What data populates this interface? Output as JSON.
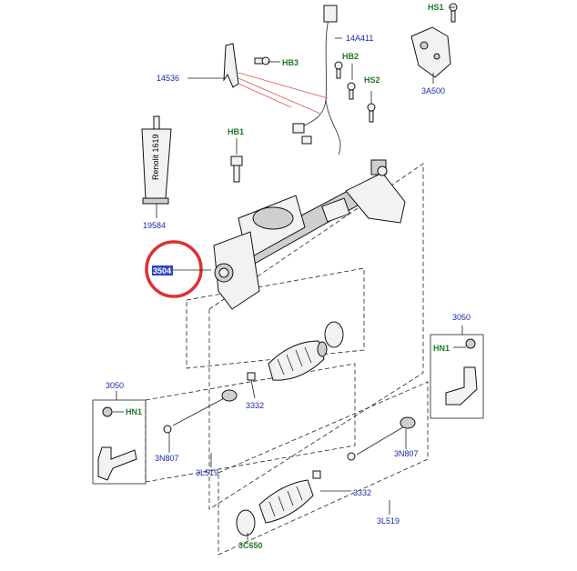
{
  "diagram": {
    "labels": {
      "hs1": "HS1",
      "p14a411": "14A411",
      "hb2": "HB2",
      "hb3": "HB3",
      "p14536": "14536",
      "hs2": "HS2",
      "p3a500": "3A500",
      "hb1": "HB1",
      "p19584": "19584",
      "sealant_text": "Renolit 1619",
      "p3504": "3504",
      "p3050_right": "3050",
      "hn1_right": "HN1",
      "p3050_left": "3050",
      "hn1_left": "HN1",
      "p3332_upper": "3332",
      "p3n807_left": "3N807",
      "p3l519_left": "3L519",
      "p3n807_right": "3N807",
      "p3332_lower": "3332",
      "p3c650": "3C650",
      "p3l519_right": "3L519"
    },
    "colors": {
      "part_number": "#1a2aa8",
      "hardware_code": "#1e7a2a",
      "highlight_circle": "#e03030",
      "selected_label_bg": "#2b46c8"
    }
  }
}
